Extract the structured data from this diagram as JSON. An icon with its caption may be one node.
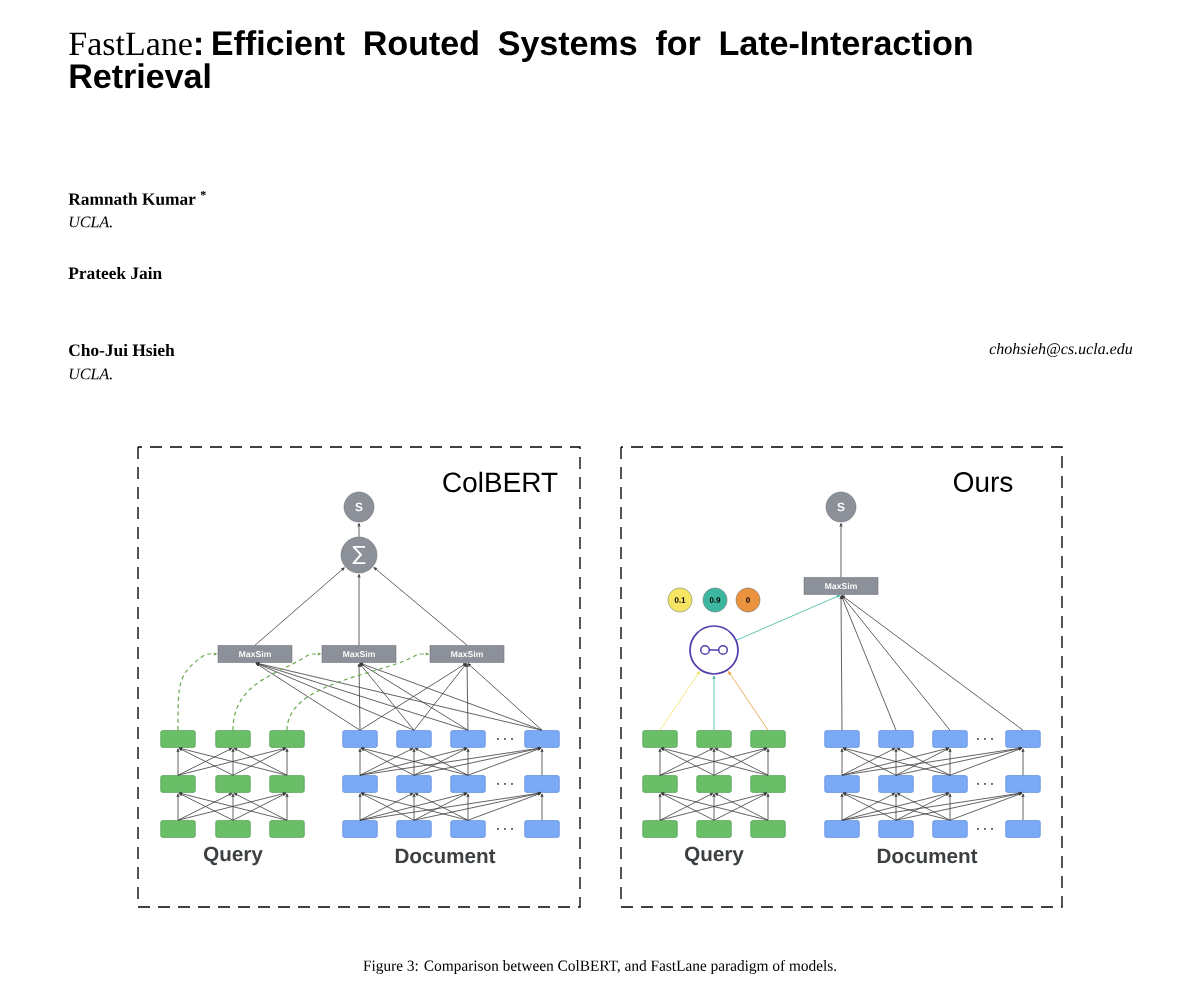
{
  "diagram": {
    "title": "FastLane**: Efficient Routed Systems for Late-Interaction Retrieval**",
    "caption": "Figure 3: Comparison between ColBERT, and FastLane paradigm of models.",
    "nodes": [
      {
        "text": [
          "ColBERT"
        ]
      },
      {
        "text": [
          "S"
        ],
        "in": 0
      },
      {
        "text": [
          "∑"
        ],
        "in": 0
      },
      {
        "text": [
          "MaxSim"
        ],
        "in": 0
      },
      {
        "text": [
          "MaxSim"
        ],
        "in": 0
      },
      {
        "text": [
          "MaxSim"
        ],
        "in": 0
      },
      {
        "text": [],
        "shape": "box",
        "in": 0
      },
      {
        "text": [],
        "shape": "box",
        "in": 0
      },
      {
        "text": [],
        "shape": "box",
        "in": 0
      },
      {
        "text": [],
        "shape": "box",
        "in": 0
      },
      {
        "text": [],
        "shape": "box",
        "in": 0
      },
      {
        "text": [],
        "shape": "box",
        "in": 0
      },
      {
        "text": [],
        "shape": "box",
        "in": 0
      },
      {
        "text": [],
        "shape": "box",
        "in": 0
      },
      {
        "text": [],
        "shape": "box",
        "in": 0
      },
      {
        "text": [],
        "shape": "box",
        "in": 0
      },
      {
        "text": [],
        "shape": "box",
        "in": 0
      },
      {
        "text": [],
        "shape": "box",
        "in": 0
      },
      {
        "text": [],
        "shape": "box",
        "in": 0
      },
      {
        "text": [],
        "shape": "box",
        "in": 0
      },
      {
        "text": [],
        "shape": "box",
        "in": 0
      },
      {
        "text": [],
        "shape": "box",
        "in": 0
      },
      {
        "text": [],
        "shape": "box",
        "in": 0
      },
      {
        "text": [],
        "shape": "box",
        "in": 0
      },
      {
        "text": [],
        "shape": "box",
        "in": 0
      },
      {
        "text": [],
        "shape": "box",
        "in": 0
      },
      {
        "text": [],
        "shape": "box",
        "in": 0
      },
      {
        "text": [
          "Ours"
        ]
      },
      {
        "text": [
          "S"
        ],
        "in": 27
      },
      {
        "text": [
          "MaxSim"
        ],
        "in": 27
      },
      {
        "text": [
          "0.1"
        ],
        "in": 27
      },
      {
        "text": [
          "0.9"
        ],
        "in": 27
      },
      {
        "text": [
          "0"
        ],
        "in": 27
      },
      {
        "text": [],
        "shape": "circle",
        "in": 27
      },
      {
        "text": [],
        "shape": "box",
        "in": 27
      },
      {
        "text": [],
        "shape": "box",
        "in": 27
      },
      {
        "text": [],
        "shape": "box",
        "in": 27
      },
      {
        "text": [],
        "shape": "box",
        "in": 27
      },
      {
        "text": [],
        "shape": "box",
        "in": 27
      },
      {
        "text": [],
        "shape": "box",
        "in": 27
      },
      {
        "text": [],
        "shape": "box",
        "in": 27
      },
      {
        "text": [],
        "shape": "box",
        "in": 27
      },
      {
        "text": [],
        "shape": "box",
        "in": 27
      },
      {
        "text": [],
        "shape": "box",
        "in": 27
      },
      {
        "text": [],
        "shape": "box",
        "in": 27
      },
      {
        "text": [],
        "shape": "box",
        "in": 27
      },
      {
        "text": [],
        "shape": "box",
        "in": 27
      },
      {
        "text": [],
        "shape": "box",
        "in": 27
      },
      {
        "text": [],
        "shape": "box",
        "in": 27
      },
      {
        "text": [],
        "shape": "box",
        "in": 27
      },
      {
        "text": [],
        "shape": "box",
        "in": 27
      },
      {
        "text": [],
        "shape": "box",
        "in": 27
      },
      {
        "text": [],
        "shape": "box",
        "in": 27
      },
      {
        "text": [],
        "shape": "box",
        "in": 27
      },
      {
        "text": [],
        "shape": "box",
        "in": 27
      }
    ],
    "edges": [
      {
        "from": 2,
        "to": 1,
        "arrow": "to"
      },
      {
        "from": 3,
        "to": 2,
        "arrow": "to"
      },
      {
        "from": 4,
        "to": 2,
        "arrow": "to"
      },
      {
        "from": 5,
        "to": 2,
        "arrow": "to"
      },
      {
        "from": 15,
        "to": 3,
        "arrow": "to"
      },
      {
        "from": 16,
        "to": 3,
        "arrow": "to"
      },
      {
        "from": 17,
        "to": 3,
        "arrow": "to"
      },
      {
        "from": 18,
        "to": 3,
        "arrow": "to"
      },
      {
        "from": 15,
        "to": 4,
        "arrow": "to"
      },
      {
        "from": 16,
        "to": 4,
        "arrow": "to"
      },
      {
        "from": 17,
        "to": 4,
        "arrow": "to"
      },
      {
        "from": 18,
        "to": 4,
        "arrow": "to"
      },
      {
        "from": 15,
        "to": 5,
        "arrow": "to"
      },
      {
        "from": 16,
        "to": 5,
        "arrow": "to"
      },
      {
        "from": 17,
        "to": 5,
        "arrow": "to"
      },
      {
        "from": 18,
        "to": 5,
        "arrow": "to"
      },
      {
        "from": 6,
        "to": 3,
        "arrow": "to",
        "style": "dashed",
        "color": "#6aa84f"
      },
      {
        "from": 7,
        "to": 4,
        "arrow": "to",
        "style": "dashed",
        "color": "#6aa84f"
      },
      {
        "from": 8,
        "to": 5,
        "arrow": "to",
        "style": "dashed",
        "color": "#6aa84f"
      },
      {
        "from": 9,
        "to": 6,
        "arrow": "to"
      },
      {
        "from": 9,
        "to": 7,
        "arrow": "to"
      },
      {
        "from": 9,
        "to": 8,
        "arrow": "to"
      },
      {
        "from": 10,
        "to": 6,
        "arrow": "to"
      },
      {
        "from": 10,
        "to": 7,
        "arrow": "to"
      },
      {
        "from": 10,
        "to": 8,
        "arrow": "to"
      },
      {
        "from": 11,
        "to": 6,
        "arrow": "to"
      },
      {
        "from": 11,
        "to": 7,
        "arrow": "to"
      },
      {
        "from": 11,
        "to": 8,
        "arrow": "to"
      },
      {
        "from": 12,
        "to": 9,
        "arrow": "to"
      },
      {
        "from": 12,
        "to": 10,
        "arrow": "to"
      },
      {
        "from": 12,
        "to": 11,
        "arrow": "to"
      },
      {
        "from": 13,
        "to": 9,
        "arrow": "to"
      },
      {
        "from": 13,
        "to": 10,
        "arrow": "to"
      },
      {
        "from": 13,
        "to": 11,
        "arrow": "to"
      },
      {
        "from": 14,
        "to": 9,
        "arrow": "to"
      },
      {
        "from": 14,
        "to": 10,
        "arrow": "to"
      },
      {
        "from": 14,
        "to": 11,
        "arrow": "to"
      },
      {
        "from": 19,
        "to": 15,
        "arrow": "to"
      },
      {
        "from": 19,
        "to": 16,
        "arrow": "to"
      },
      {
        "from": 19,
        "to": 17,
        "arrow": "to"
      },
      {
        "from": 19,
        "to": 18,
        "arrow": "to"
      },
      {
        "from": 20,
        "to": 15,
        "arrow": "to"
      },
      {
        "from": 20,
        "to": 16,
        "arrow": "to"
      },
      {
        "from": 20,
        "to": 17,
        "arrow": "to"
      },
      {
        "from": 20,
        "to": 18,
        "arrow": "to"
      },
      {
        "from": 21,
        "to": 15,
        "arrow": "to"
      },
      {
        "from": 21,
        "to": 16,
        "arrow": "to"
      },
      {
        "from": 21,
        "to": 17,
        "arrow": "to"
      },
      {
        "from": 21,
        "to": 18,
        "arrow": "to"
      },
      {
        "from": 22,
        "to": 18,
        "arrow": "to"
      },
      {
        "from": 23,
        "to": 19,
        "arrow": "to"
      },
      {
        "from": 23,
        "to": 20,
        "arrow": "to"
      },
      {
        "from": 23,
        "to": 21,
        "arrow": "to"
      },
      {
        "from": 23,
        "to": 22,
        "arrow": "to"
      },
      {
        "from": 24,
        "to": 19,
        "arrow": "to"
      },
      {
        "from": 24,
        "to": 20,
        "arrow": "to"
      },
      {
        "from": 24,
        "to": 21,
        "arrow": "to"
      },
      {
        "from": 24,
        "to": 22,
        "arrow": "to"
      },
      {
        "from": 25,
        "to": 19,
        "arrow": "to"
      },
      {
        "from": 25,
        "to": 20,
        "arrow": "to"
      },
      {
        "from": 25,
        "to": 21,
        "arrow": "to"
      },
      {
        "from": 25,
        "to": 22,
        "arrow": "to"
      },
      {
        "from": 26,
        "to": 22,
        "arrow": "to"
      },
      {
        "from": 29,
        "to": 28,
        "arrow": "to"
      },
      {
        "from": 33,
        "to": 29,
        "arrow": "to",
        "color": "#3bb5a0"
      },
      {
        "from": 34,
        "to": 33,
        "arrow": "to",
        "color": "#f1e05a"
      },
      {
        "from": 35,
        "to": 33,
        "arrow": "to",
        "color": "#3bb5a0"
      },
      {
        "from": 36,
        "to": 33,
        "arrow": "to",
        "color": "#e69a3c"
      },
      {
        "from": 43,
        "to": 29,
        "arrow": "to"
      },
      {
        "from": 44,
        "to": 29,
        "arrow": "to"
      },
      {
        "from": 45,
        "to": 29,
        "arrow": "to"
      },
      {
        "from": 46,
        "to": 29,
        "arrow": "to"
      },
      {
        "from": 37,
        "to": 34,
        "arrow": "to"
      },
      {
        "from": 37,
        "to": 35,
        "arrow": "to"
      },
      {
        "from": 37,
        "to": 36,
        "arrow": "to"
      },
      {
        "from": 38,
        "to": 34,
        "arrow": "to"
      },
      {
        "from": 38,
        "to": 35,
        "arrow": "to"
      },
      {
        "from": 38,
        "to": 36,
        "arrow": "to"
      },
      {
        "from": 39,
        "to": 34,
        "arrow": "to"
      },
      {
        "from": 39,
        "to": 35,
        "arrow": "to"
      },
      {
        "from": 39,
        "to": 36,
        "arrow": "to"
      },
      {
        "from": 40,
        "to": 37,
        "arrow": "to"
      },
      {
        "from": 40,
        "to": 38,
        "arrow": "to"
      },
      {
        "from": 40,
        "to": 39,
        "arrow": "to"
      },
      {
        "from": 41,
        "to": 37,
        "arrow": "to"
      },
      {
        "from": 41,
        "to": 38,
        "arrow": "to"
      },
      {
        "from": 41,
        "to": 39,
        "arrow": "to"
      },
      {
        "from": 42,
        "to": 37,
        "arrow": "to"
      },
      {
        "from": 42,
        "to": 38,
        "arrow": "to"
      },
      {
        "from": 42,
        "to": 39,
        "arrow": "to"
      },
      {
        "from": 47,
        "to": 43,
        "arrow": "to"
      },
      {
        "from": 47,
        "to": 44,
        "arrow": "to"
      },
      {
        "from": 47,
        "to": 45,
        "arrow": "to"
      },
      {
        "from": 47,
        "to": 46,
        "arrow": "to"
      },
      {
        "from": 48,
        "to": 43,
        "arrow": "to"
      },
      {
        "from": 48,
        "to": 44,
        "arrow": "to"
      },
      {
        "from": 48,
        "to": 45,
        "arrow": "to"
      },
      {
        "from": 48,
        "to": 46,
        "arrow": "to"
      },
      {
        "from": 49,
        "to": 43,
        "arrow": "to"
      },
      {
        "from": 49,
        "to": 44,
        "arrow": "to"
      },
      {
        "from": 49,
        "to": 45,
        "arrow": "to"
      },
      {
        "from": 49,
        "to": 46,
        "arrow": "to"
      },
      {
        "from": 50,
        "to": 46,
        "arrow": "to"
      },
      {
        "from": 51,
        "to": 47,
        "arrow": "to"
      },
      {
        "from": 51,
        "to": 48,
        "arrow": "to"
      },
      {
        "from": 51,
        "to": 49,
        "arrow": "to"
      },
      {
        "from": 51,
        "to": 50,
        "arrow": "to"
      },
      {
        "from": 52,
        "to": 47,
        "arrow": "to"
      },
      {
        "from": 52,
        "to": 48,
        "arrow": "to"
      },
      {
        "from": 52,
        "to": 49,
        "arrow": "to"
      },
      {
        "from": 52,
        "to": 50,
        "arrow": "to"
      },
      {
        "from": 53,
        "to": 47,
        "arrow": "to"
      },
      {
        "from": 53,
        "to": 48,
        "arrow": "to"
      },
      {
        "from": 53,
        "to": 49,
        "arrow": "to"
      },
      {
        "from": 53,
        "to": 50,
        "arrow": "to"
      },
      {
        "from": 54,
        "to": 50,
        "arrow": "to"
      }
    ],
    "labels": [
      "Ramnath Kumar $^{*}$",
      "UCLA.",
      "Prateek Jain",
      "Cho-Jui Hsieh",
      "chohsieh@cs.ucla.edu",
      "UCLA.",
      "Query",
      "Document",
      "Query",
      "Document"
    ]
  }
}
